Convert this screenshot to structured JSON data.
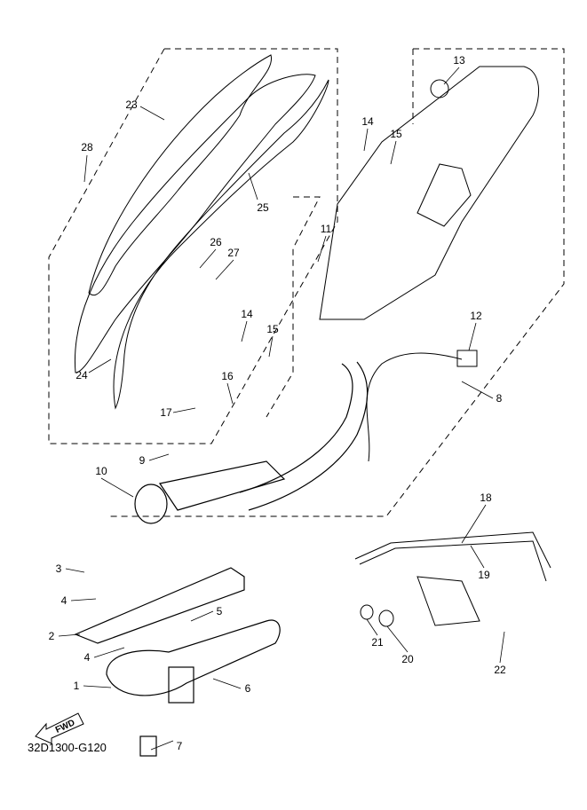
{
  "diagram": {
    "code": "32D1300-G120",
    "fwd_label": "FWD",
    "callouts": [
      "23",
      "28",
      "25",
      "26",
      "27",
      "24",
      "13",
      "14",
      "15",
      "11",
      "12",
      "8",
      "14",
      "15",
      "16",
      "17",
      "9",
      "10",
      "18",
      "19",
      "3",
      "4",
      "5",
      "2",
      "4",
      "1",
      "6",
      "7",
      "21",
      "20",
      "22"
    ]
  }
}
